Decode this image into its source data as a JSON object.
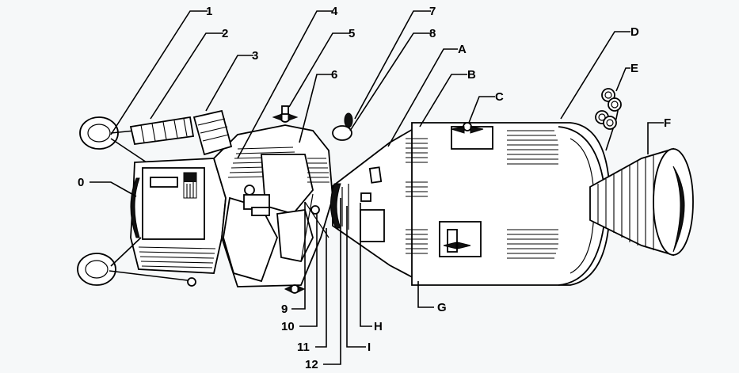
{
  "diagram": {
    "callouts_numeric": [
      "0",
      "1",
      "2",
      "3",
      "4",
      "5",
      "6",
      "7",
      "8",
      "9",
      "10",
      "11",
      "12"
    ],
    "callouts_alpha": [
      "A",
      "B",
      "C",
      "D",
      "E",
      "F",
      "G",
      "H",
      "I"
    ]
  }
}
